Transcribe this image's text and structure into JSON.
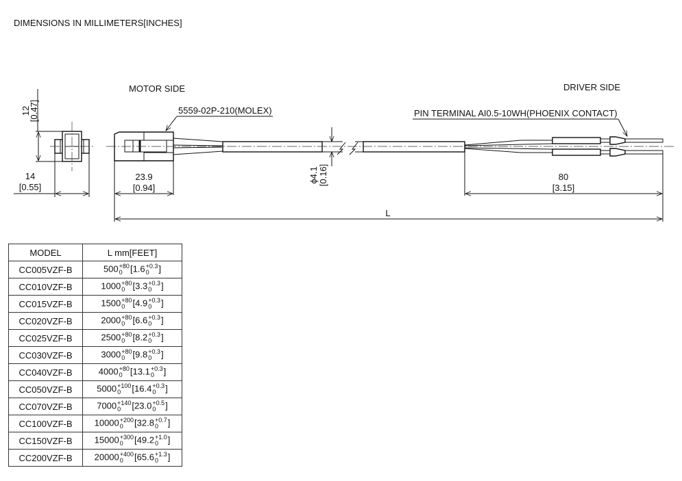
{
  "title": "DIMENSIONS IN MILLIMETERS[INCHES]",
  "labels": {
    "motor_side": "MOTOR SIDE",
    "driver_side": "DRIVER SIDE",
    "motor_connector": "5559-02P-210(MOLEX)",
    "pin_terminal": "PIN TERMINAL AI0.5-10WH(PHOENIX CONTACT)"
  },
  "dimensions": {
    "height_mm": "12",
    "height_in": "[0.47]",
    "width_mm": "14",
    "width_in": "[0.55]",
    "connector_len_mm": "23.9",
    "connector_len_in": "[0.94]",
    "cable_dia_mm": "ϕ4.1",
    "cable_dia_in": "[0.16]",
    "strip_len_mm": "80",
    "strip_len_in": "[3.15]",
    "overall": "L"
  },
  "table": {
    "headers": [
      "MODEL",
      "L mm[FEET]"
    ],
    "rows": [
      {
        "model": "CC005VZF-B",
        "mm": "500",
        "mm_plus": "+80",
        "mm_minus": "0",
        "ft": "1.6",
        "ft_plus": "+0.3",
        "ft_minus": "0"
      },
      {
        "model": "CC010VZF-B",
        "mm": "1000",
        "mm_plus": "+80",
        "mm_minus": "0",
        "ft": "3.3",
        "ft_plus": "+0.3",
        "ft_minus": "0"
      },
      {
        "model": "CC015VZF-B",
        "mm": "1500",
        "mm_plus": "+80",
        "mm_minus": "0",
        "ft": "4.9",
        "ft_plus": "+0.3",
        "ft_minus": "0"
      },
      {
        "model": "CC020VZF-B",
        "mm": "2000",
        "mm_plus": "+80",
        "mm_minus": "0",
        "ft": "6.6",
        "ft_plus": "+0.3",
        "ft_minus": "0"
      },
      {
        "model": "CC025VZF-B",
        "mm": "2500",
        "mm_plus": "+80",
        "mm_minus": "0",
        "ft": "8.2",
        "ft_plus": "+0.3",
        "ft_minus": "0"
      },
      {
        "model": "CC030VZF-B",
        "mm": "3000",
        "mm_plus": "+80",
        "mm_minus": "0",
        "ft": "9.8",
        "ft_plus": "+0.3",
        "ft_minus": "0"
      },
      {
        "model": "CC040VZF-B",
        "mm": "4000",
        "mm_plus": "+80",
        "mm_minus": "0",
        "ft": "13.1",
        "ft_plus": "+0.3",
        "ft_minus": "0"
      },
      {
        "model": "CC050VZF-B",
        "mm": "5000",
        "mm_plus": "+100",
        "mm_minus": "0",
        "ft": "16.4",
        "ft_plus": "+0.3",
        "ft_minus": "0"
      },
      {
        "model": "CC070VZF-B",
        "mm": "7000",
        "mm_plus": "+140",
        "mm_minus": "0",
        "ft": "23.0",
        "ft_plus": "+0.5",
        "ft_minus": "0"
      },
      {
        "model": "CC100VZF-B",
        "mm": "10000",
        "mm_plus": "+200",
        "mm_minus": "0",
        "ft": "32.8",
        "ft_plus": "+0.7",
        "ft_minus": "0"
      },
      {
        "model": "CC150VZF-B",
        "mm": "15000",
        "mm_plus": "+300",
        "mm_minus": "0",
        "ft": "49.2",
        "ft_plus": "+1.0",
        "ft_minus": "0"
      },
      {
        "model": "CC200VZF-B",
        "mm": "20000",
        "mm_plus": "+400",
        "mm_minus": "0",
        "ft": "65.6",
        "ft_plus": "+1.3",
        "ft_minus": "0"
      }
    ]
  }
}
